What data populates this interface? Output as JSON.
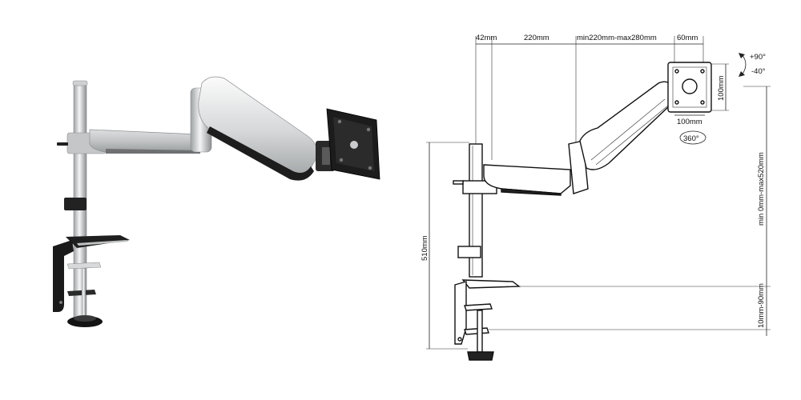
{
  "product_photo": {
    "colors": {
      "silver": "#c9cbcc",
      "chrome": "#e4e6e7",
      "black": "#1b1b1b",
      "dark": "#3a3a3a"
    }
  },
  "diagram": {
    "dimensions": {
      "d42": "42mm",
      "d220": "220mm",
      "dmin": "min220mm-max280mm",
      "d60": "60mm",
      "vesa_v": "100mm",
      "vesa_h": "100mm",
      "rotate": "360°",
      "tilt_up": "+90°",
      "tilt_down": "-40°",
      "height_range": "min 0mm-max520mm",
      "pole": "510mm",
      "clamp": "10mm-90mm"
    }
  }
}
